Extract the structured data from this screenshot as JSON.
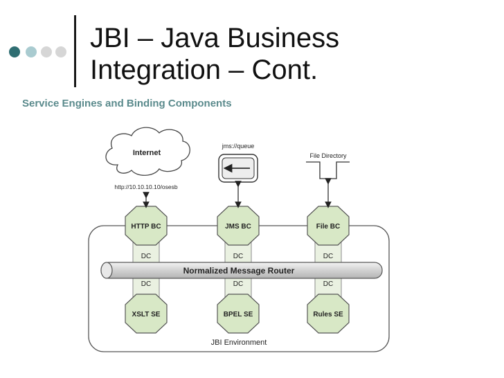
{
  "slide": {
    "title_line1": "JBI – Java Business",
    "title_line2": "Integration – Cont.",
    "subtitle": "Service Engines and Binding Components"
  },
  "diagram": {
    "cloud_label": "Internet",
    "cloud_url": "http://10.10.10.10/osesb",
    "queue_label": "jms://queue",
    "file_label": "File Directory",
    "binding_components": [
      "HTTP BC",
      "JMS BC",
      "File BC"
    ],
    "service_engines": [
      "XSLT SE",
      "BPEL SE",
      "Rules SE"
    ],
    "dc_label": "DC",
    "router_label": "Normalized Message Router",
    "environment_label": "JBI Environment"
  },
  "colors": {
    "dot_dark": "#2f6e72",
    "dot_mid": "#a9cbd0",
    "dot_light": "#d6d6d6",
    "accent_text": "#5a8a8c",
    "diamond_fill": "#d8e8c6",
    "column_fill": "#eaf1e1"
  }
}
